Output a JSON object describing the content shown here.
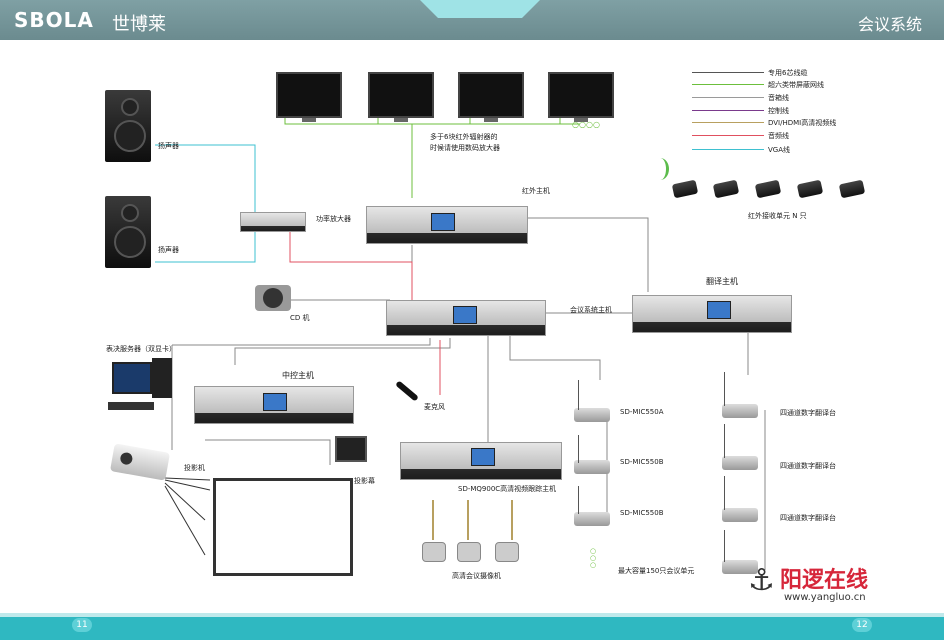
{
  "header": {
    "brand": "SBOLA",
    "brand_cn": "世博莱",
    "title": "会议系统"
  },
  "footer": {
    "page_left": "11",
    "page_right": "12"
  },
  "legend": [
    {
      "label": "专用6芯线缆",
      "color": "#555555"
    },
    {
      "label": "超六类带屏蔽网线",
      "color": "#6cbf3c"
    },
    {
      "label": "音箱线",
      "color": "#9a9a9a"
    },
    {
      "label": "控制线",
      "color": "#7a3a8c"
    },
    {
      "label": "DVI/HDMI高清视频线",
      "color": "#b8a060"
    },
    {
      "label": "音频线",
      "color": "#e05060"
    },
    {
      "label": "VGA线",
      "color": "#3ec0d0"
    }
  ],
  "labels": {
    "speaker_1": "扬声器",
    "speaker_2": "扬声器",
    "power_amp": "功率放大器",
    "cd": "CD 机",
    "display_note_1": "多于6块红外辐射器的",
    "display_note_2": "时候请使用数码放大器",
    "ir_host": "红外主机",
    "ir_receivers": "红外接收单元 N 只",
    "interp_host": "翻译主机",
    "conf_host": "会议系统主机",
    "pc": "表决服务器（双显卡）",
    "central": "中控主机",
    "mic": "麦克风",
    "projector": "投影机",
    "proj_screen": "投影幕",
    "tracker": "SD-MQ900C高清视频跟踪主机",
    "camera": "高清会议摄像机",
    "mic_a": "SD-MIC550A",
    "mic_b1": "SD-MIC550B",
    "mic_b2": "SD-MIC550B",
    "capacity": "最大容量150只会议单元",
    "interp_unit_1": "四通道数字翻译台",
    "interp_unit_2": "四通道数字翻译台",
    "interp_unit_3": "四通道数字翻译台"
  },
  "watermark": {
    "text": "阳逻在线",
    "url": "www.yangluo.cn"
  },
  "icons": [
    "speaker-icon",
    "amplifier-icon",
    "cd-player-icon",
    "monitor-icon",
    "ir-remote-icon",
    "computer-icon",
    "projector-icon",
    "camera-icon",
    "microphone-icon",
    "wifi-signal-icon",
    "anchor-icon"
  ]
}
